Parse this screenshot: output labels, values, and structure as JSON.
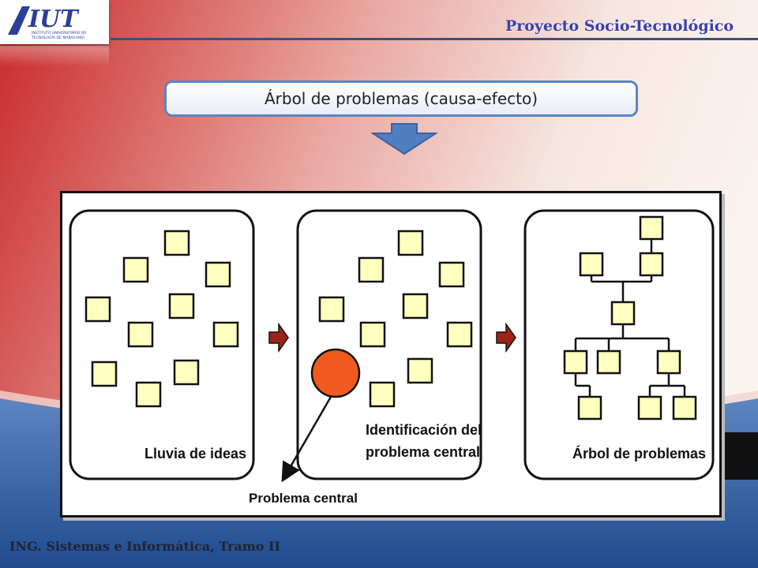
{
  "header": {
    "title": "Proyecto Socio-Tecnológico",
    "logo_name": "iut-logo",
    "logo_text": "IUT",
    "logo_subtext_1": "INSTITUTO UNIVERSITARIO DE",
    "logo_subtext_2": "TECNOLOGÍA DE MARACAIBO"
  },
  "title_box": {
    "label": "Árbol de problemas (causa-efecto)"
  },
  "diagram": {
    "panels": [
      {
        "label": "Lluvia de ideas"
      },
      {
        "label_line1": "Identificación del",
        "label_line2": "problema central"
      },
      {
        "label": "Árbol de problemas"
      }
    ],
    "pointer_label": "Problema central"
  },
  "footer": {
    "text": "ING. Sistemas e Informática, Tramo II"
  },
  "colors": {
    "red": "#c9302c",
    "blue": "#2f5d9c",
    "note_fill": "#ffffc0",
    "circle_fill": "#f05a1e",
    "arrow_fill": "#9b2317"
  }
}
